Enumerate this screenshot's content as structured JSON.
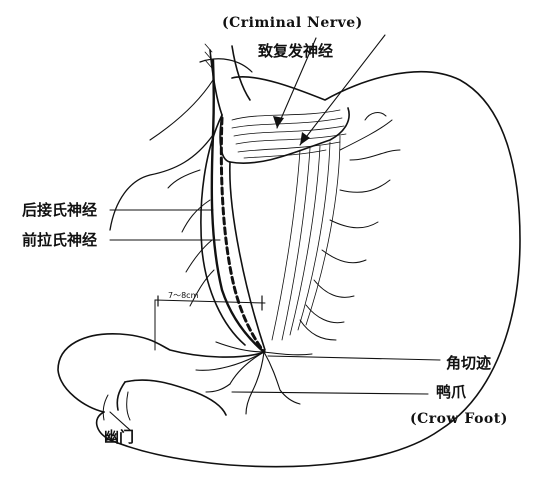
{
  "labels": {
    "criminal_nerve_en": "(Criminal Nerve)",
    "criminal_nerve_cn": "致复发神经",
    "posterior_latarjet": "后接氏神经",
    "anterior_latarjet": "前拉氏神经",
    "distance": "7～8cm",
    "angular_incisure": "角切迹",
    "crows_foot_cn": "鸭爪",
    "crows_foot_en": "(Crow Foot)",
    "pylorus": "幽门"
  },
  "colors": {
    "ink": "#111111",
    "background": "#ffffff"
  }
}
